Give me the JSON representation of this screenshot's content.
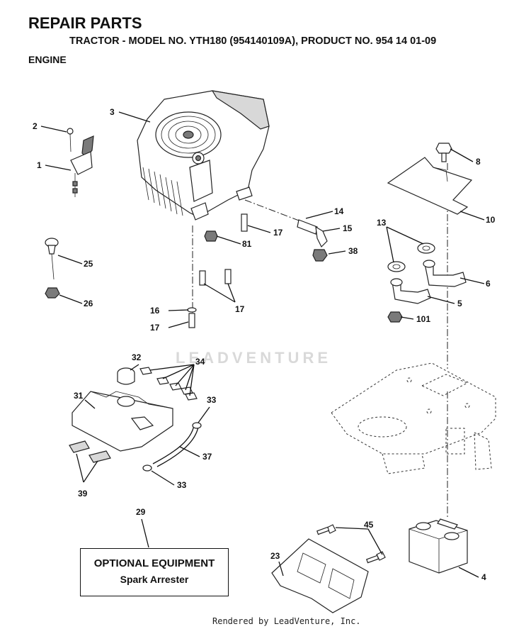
{
  "header": {
    "title": "REPAIR PARTS",
    "subtitle": "TRACTOR - MODEL NO. YTH180 (954140109A), PRODUCT NO. 954 14 01-09",
    "section": "ENGINE"
  },
  "callouts": {
    "c1": "1",
    "c2": "2",
    "c3": "3",
    "c4": "4",
    "c5": "5",
    "c6": "6",
    "c8": "8",
    "c10": "10",
    "c13": "13",
    "c14": "14",
    "c15": "15",
    "c16": "16",
    "c17a": "17",
    "c17b": "17",
    "c17c": "17",
    "c23": "23",
    "c25": "25",
    "c26": "26",
    "c29": "29",
    "c31": "31",
    "c32": "32",
    "c33a": "33",
    "c33b": "33",
    "c34": "34",
    "c37": "37",
    "c38": "38",
    "c39": "39",
    "c45": "45",
    "c81": "81",
    "c101": "101"
  },
  "optional_equipment": {
    "title": "OPTIONAL EQUIPMENT",
    "item": "Spark Arrester"
  },
  "watermark": "LEADVENTURE",
  "footer": "Rendered by LeadVenture, Inc."
}
